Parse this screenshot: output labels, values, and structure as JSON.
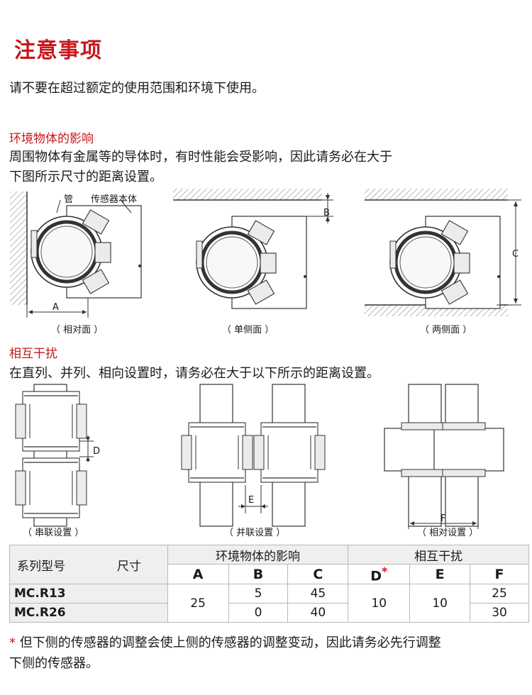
{
  "title": "注意事项",
  "intro": "请不要在超过额定的使用范围和环境下使用。",
  "env_section": {
    "heading": "环境物体的影响",
    "line1": "周围物体有金属等的导体时，有时性能会受影响，因此请务必在大于",
    "line2": "下图所示尺寸的距离设置。",
    "label_pipe": "管",
    "label_sensor": "传感器本体",
    "dim_a": "A",
    "dim_b": "B",
    "dim_c": "C",
    "cap_face": "（ 相对面 ）",
    "cap_one": "（ 单侧面 ）",
    "cap_two": "（ 两侧面 ）"
  },
  "mutual_section": {
    "heading": "相互干扰",
    "line": "在直列、并列、相向设置时，请务必在大于以下所示的距离设置。",
    "dim_d": "D",
    "dim_e": "E",
    "dim_f": "F",
    "cap_series": "（ 串联设置 ）",
    "cap_parallel": "（ 并联设置 ）",
    "cap_opposite": "（ 相对设置 ）"
  },
  "table": {
    "col_series": "系列型号",
    "col_size": "尺寸",
    "group_env": "环境物体的影响",
    "group_mutual": "相互干扰",
    "letters": [
      "A",
      "B",
      "C",
      "D",
      "E",
      "F"
    ],
    "star": "*",
    "rows": [
      {
        "model": "MC.R13",
        "A": "25",
        "B": "5",
        "C": "45",
        "D": "10",
        "E": "10",
        "F": "25"
      },
      {
        "model": "MC.R26",
        "A": "25",
        "B": "0",
        "C": "40",
        "D": "10",
        "E": "10",
        "F": "30"
      }
    ]
  },
  "footnote": {
    "star": "*",
    "line1": " 但下侧的传感器的调整会使上侧的传感器的调整变动，因此请务必先行调整",
    "line2": "下侧的传感器。"
  },
  "colors": {
    "accent": "#c8171e",
    "line": "#333333",
    "fill": "#ebebeb"
  }
}
